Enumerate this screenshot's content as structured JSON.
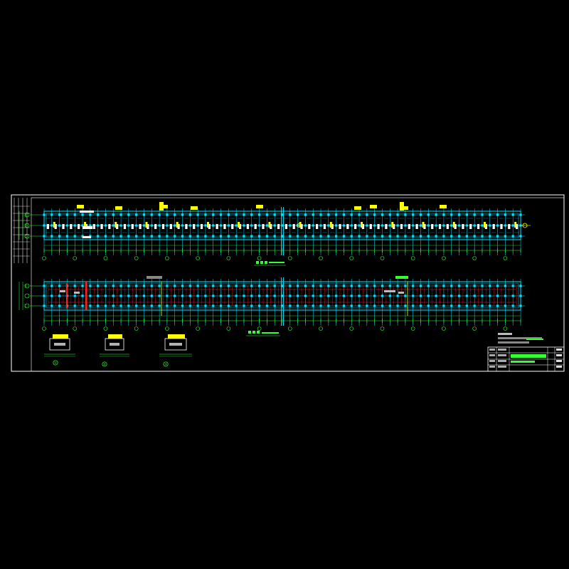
{
  "drawing": {
    "background": "#000000",
    "colors": {
      "frame": "#ffffff",
      "grid": "#00e5ff",
      "dim": "#33ff33",
      "tag": "#ffff00",
      "red": "#ff2020",
      "label": "#c8c8c8"
    },
    "top_plan": {
      "row_labels": [
        "Ⓐ",
        "Ⓑ",
        "Ⓒ"
      ]
    },
    "bottom_plan": {
      "row_labels": [
        "Ⓐ",
        "Ⓒ"
      ]
    },
    "details": {
      "markers": [
        "①",
        "②",
        "③"
      ]
    },
    "title_block": {}
  }
}
